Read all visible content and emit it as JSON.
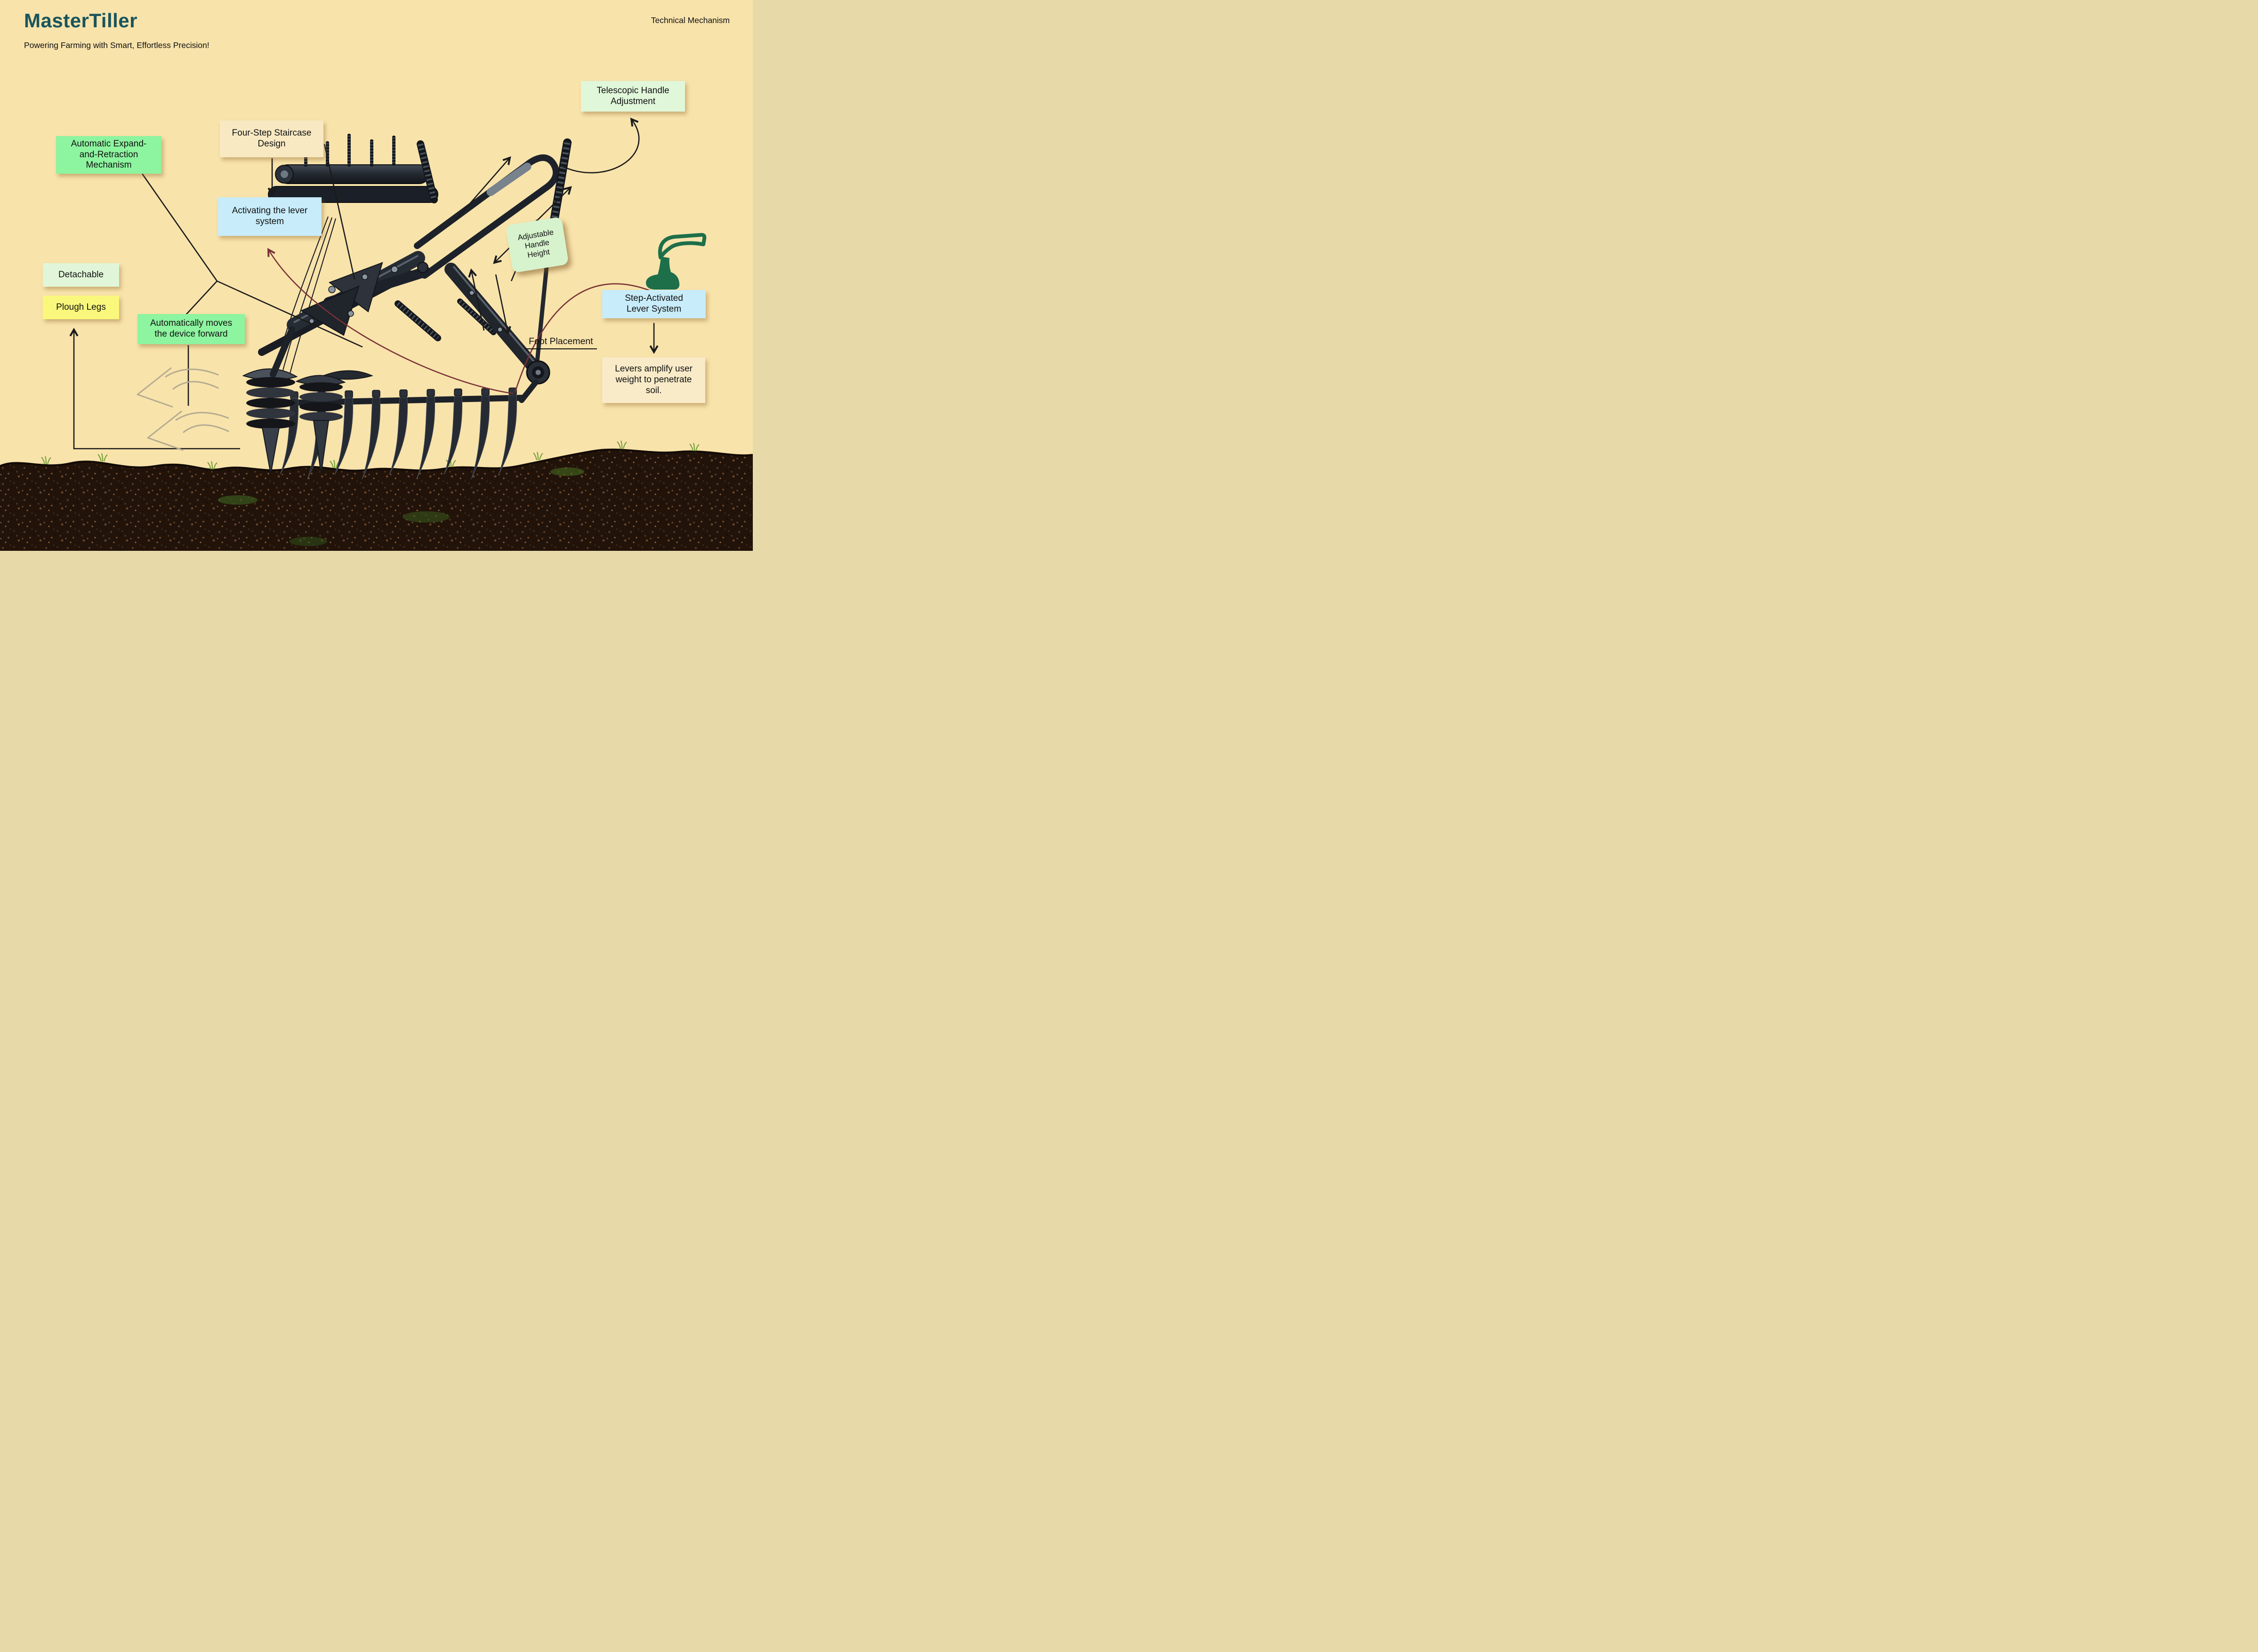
{
  "header": {
    "title": "MasterTiller",
    "subtitle": "Powering Farming with Smart, Effortless Precision!",
    "corner_label": "Technical Mechanism"
  },
  "annotations": {
    "telescopic": {
      "text": "Telescopic Handle\nAdjustment",
      "color": "#e0f7da"
    },
    "four_step": {
      "text": "Four-Step Staircase\nDesign",
      "color": "#f8e9c3"
    },
    "activating": {
      "text": "Activating the lever\nsystem",
      "color": "#c8ecfa"
    },
    "auto_expand": {
      "text": "Automatic Expand-\nand-Retraction\nMechanism",
      "color": "#8df49f"
    },
    "detachable": {
      "text": "Detachable",
      "color": "#e1f6d8"
    },
    "plough_legs": {
      "text": "Plough Legs",
      "color": "#f9f87c"
    },
    "auto_moves": {
      "text": "Automatically moves\nthe device forward",
      "color": "#8df49f"
    },
    "adjustable_note": {
      "text": "Adjustable\nHandle\nHeight",
      "color": "#d7f3cd"
    },
    "step_activated": {
      "text": "Step-Activated\nLever System",
      "color": "#c8ecfa"
    },
    "foot_placement": {
      "text": "Foot Placement"
    },
    "levers": {
      "text": "Levers amplify user\nweight to penetrate\nsoil.",
      "color": "#f9ebc8"
    }
  },
  "icons": {
    "foot_step": "foot-step-icon",
    "foot_color": "#1d6f49"
  },
  "colors": {
    "background": "#f8e3ab",
    "title": "#19545c",
    "text": "#111111",
    "connector": "#1a1a1a",
    "maroon_curve": "#7a3236",
    "motion_arrow": "#b5ab90",
    "soil": "#21130a",
    "machine_dark": "#1a1d23",
    "machine_light": "#8d97a2"
  }
}
